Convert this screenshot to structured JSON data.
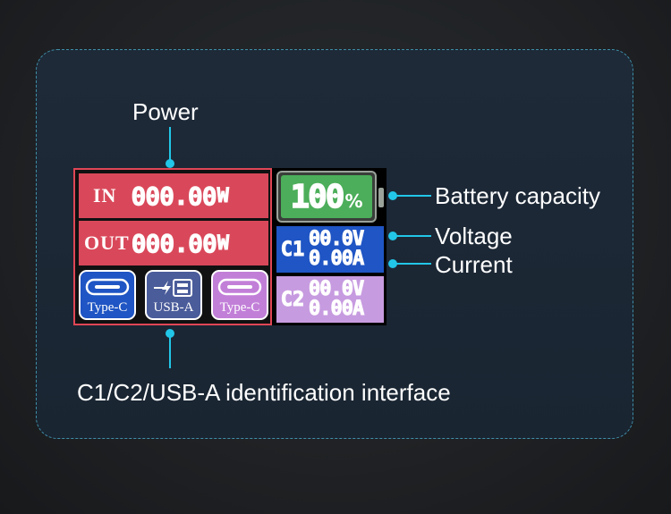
{
  "labels": {
    "power": "Power",
    "battery_capacity": "Battery capacity",
    "voltage": "Voltage",
    "current": "Current",
    "identification": "C1/C2/USB-A identification interface"
  },
  "display": {
    "input": {
      "tag": "IN",
      "value": "000.00",
      "unit": "W"
    },
    "output": {
      "tag": "OUT",
      "value": "000.00",
      "unit": "W"
    },
    "battery": {
      "value": "100",
      "unit": "%"
    },
    "c1": {
      "name": "C1",
      "voltage": "00.0V",
      "current": "0.00A"
    },
    "c2": {
      "name": "C2",
      "voltage": "00.0V",
      "current": "0.00A"
    },
    "ports": [
      {
        "label": "Type-C",
        "icon": "usb-c-icon",
        "color": "#1f55c4"
      },
      {
        "label": "USB-A",
        "icon": "usb-a-icon",
        "color": "#4a5c9a"
      },
      {
        "label": "Type-C",
        "icon": "usb-c-icon",
        "color": "#c27fd8"
      }
    ]
  },
  "colors": {
    "power_red": "#d9485a",
    "battery_green": "#4cae5a",
    "c1_blue": "#1f55c4",
    "c2_purple": "#c79be0",
    "callout_cyan": "#22c6e8"
  }
}
